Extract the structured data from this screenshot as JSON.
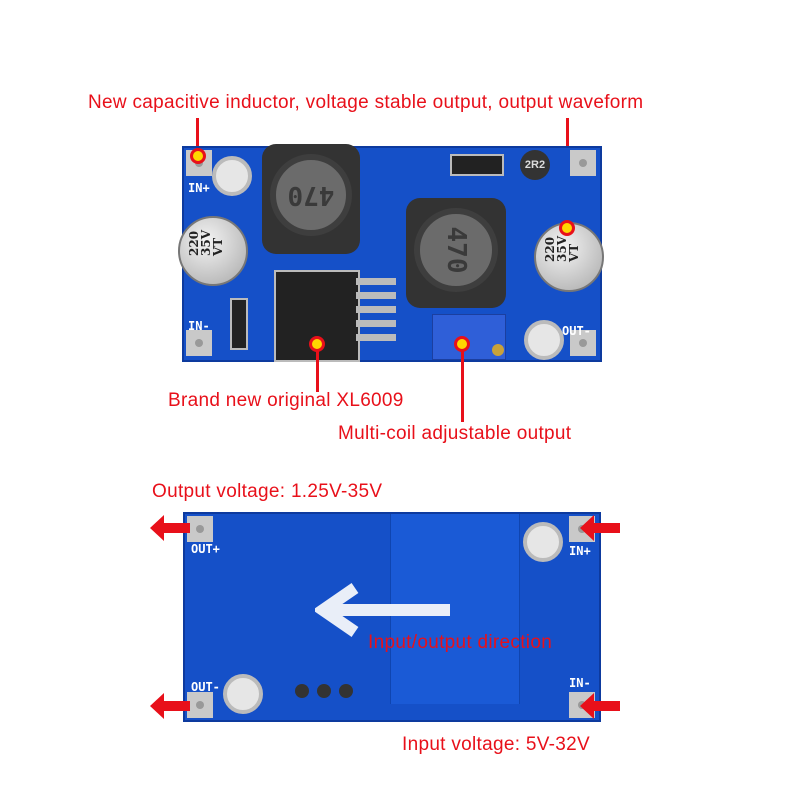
{
  "annotations": {
    "inductor": "New capacitive inductor, voltage stable output, output waveform",
    "chip": "Brand new original XL6009",
    "pot": "Multi-coil adjustable output",
    "output_voltage": "Output voltage: 1.25V-35V",
    "direction": "Input/output direction",
    "input_voltage": "Input voltage: 5V-32V"
  },
  "top_board": {
    "in_plus": "IN+",
    "in_minus": "IN-",
    "out_minus": "OUT-",
    "inductor1": "470",
    "inductor2": "470",
    "small_inductor": "2R2",
    "capacitor_label": "220\n35V\nVT"
  },
  "bottom_board": {
    "out_plus": "OUT+",
    "out_minus": "OUT-",
    "in_plus": "IN+",
    "in_minus": "IN-"
  },
  "colors": {
    "annotation": "#e8101a",
    "pcb": "#1550c8"
  }
}
